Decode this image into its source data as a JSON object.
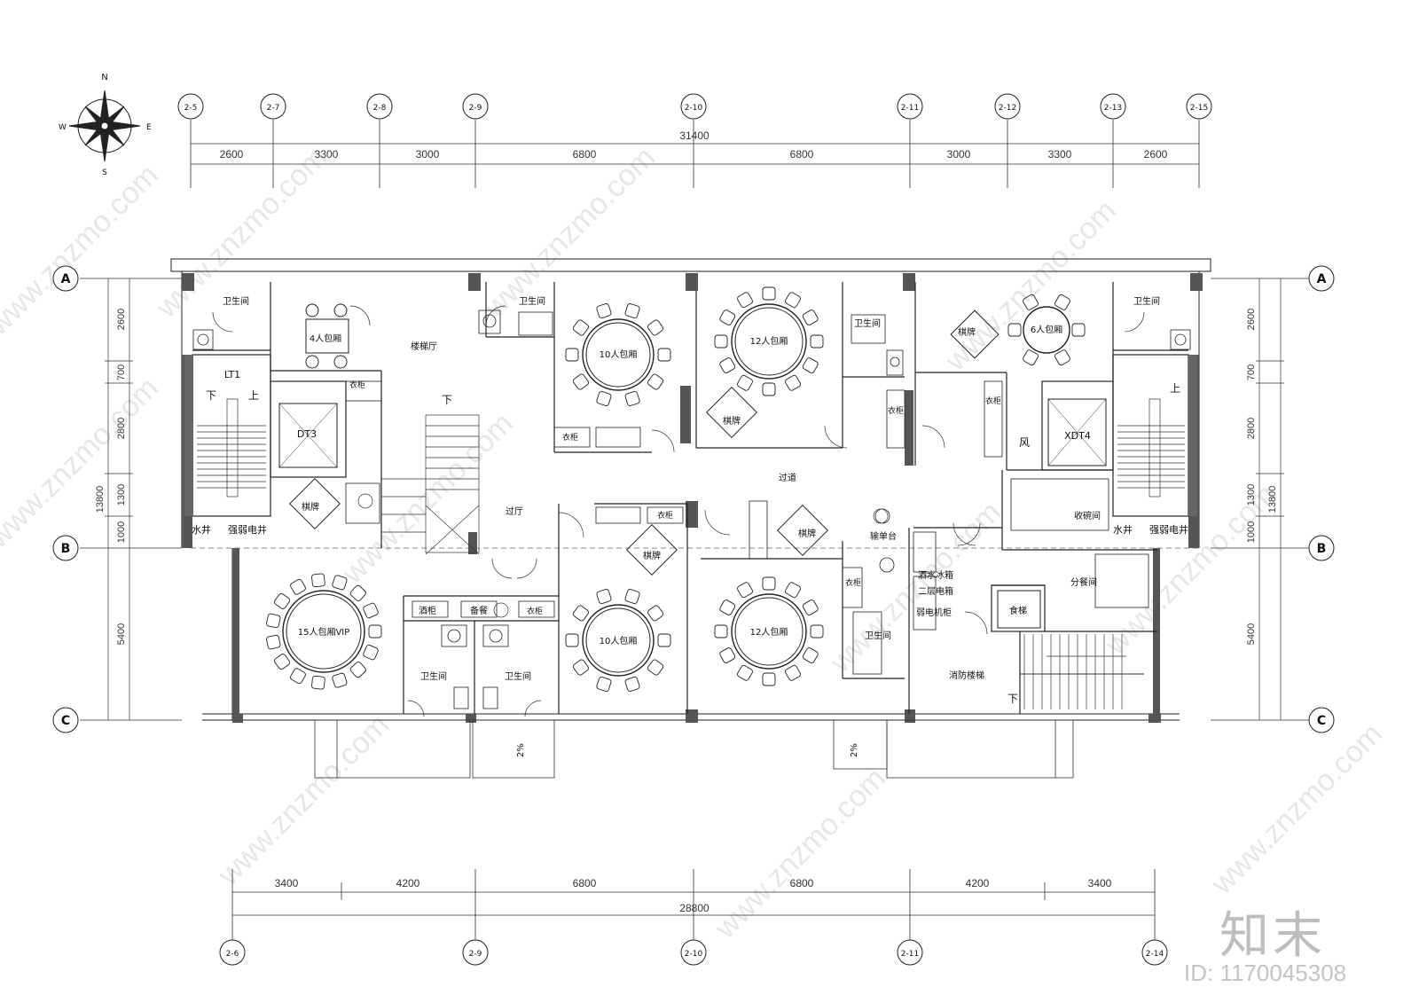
{
  "compass": {
    "n": "N",
    "s": "S",
    "e": "E",
    "w": "W"
  },
  "top_axes": [
    "2-5",
    "2-7",
    "2-8",
    "2-9",
    "2-10",
    "2-11",
    "2-12",
    "2-13",
    "2-15"
  ],
  "top_dims": [
    "2600",
    "3300",
    "3000",
    "6800",
    "6800",
    "3000",
    "3300",
    "2600"
  ],
  "top_total": "31400",
  "bottom_axes": [
    "2-6",
    "2-9",
    "2-10",
    "2-11",
    "2-14"
  ],
  "bottom_dims": [
    "3400",
    "4200",
    "6800",
    "6800",
    "4200",
    "3400"
  ],
  "bottom_total": "28800",
  "row_axes": [
    "A",
    "B",
    "C"
  ],
  "left_dims": [
    "2600",
    "700",
    "2800",
    "1300",
    "1000",
    "5400"
  ],
  "left_total": "13800",
  "right_dims": [
    "2600",
    "700",
    "2800",
    "1300",
    "1000",
    "5400"
  ],
  "right_total": "13800",
  "rooms": {
    "wc_nw": "卫生间",
    "room_4": "4人包厢",
    "stair_hall": "楼梯厅",
    "wc_n2": "卫生间",
    "room_10_n": "10人包厢",
    "room_12_n": "12人包厢",
    "wc_n3": "卫生间",
    "mahjong_ne": "棋牌",
    "room_6": "6人包厢",
    "wc_ne": "卫生间",
    "lt1": "LT1",
    "down_l": "下",
    "up_l": "上",
    "dt3": "DT3",
    "wardrobe_1": "衣柜",
    "down_mid": "下",
    "mahjong_nc": "棋牌",
    "wardrobe_2": "衣柜",
    "wardrobe_3": "衣柜",
    "wardrobe_4": "衣柜",
    "wind": "风",
    "xdt4": "XDT4",
    "up_r": "上",
    "corridor": "过道",
    "mahjong_w": "棋牌",
    "water_well_l": "水井",
    "elec_well_l": "强弱电井",
    "foyer": "过厅",
    "wardrobe_5": "衣柜",
    "mahjong_c": "棋牌",
    "mahjong_c2": "棋牌",
    "order_desk": "输单台",
    "dish_room": "收碗间",
    "water_well_r": "水井",
    "elec_well_r": "强弱电井",
    "room_15": "15人包厢VIP",
    "wine": "酒柜",
    "prep": "备餐",
    "wardrobe_6": "衣柜",
    "room_10_s": "10人包厢",
    "room_12_s": "12人包厢",
    "wardrobe_7": "衣柜",
    "fridge": "酒水冰箱",
    "elec_box": "二层电箱",
    "weak_cab": "弱电机柜",
    "serving": "分餐间",
    "dumbwaiter": "食梯",
    "wc_s1": "卫生间",
    "wc_s2": "卫生间",
    "wc_s3": "卫生间",
    "fire_stair": "消防楼梯",
    "down_fire": "下",
    "slope_1": "2%",
    "slope_2": "2%"
  },
  "watermark": "www.znzmo.com",
  "logo": "知末",
  "image_id": "ID: 1170045308"
}
